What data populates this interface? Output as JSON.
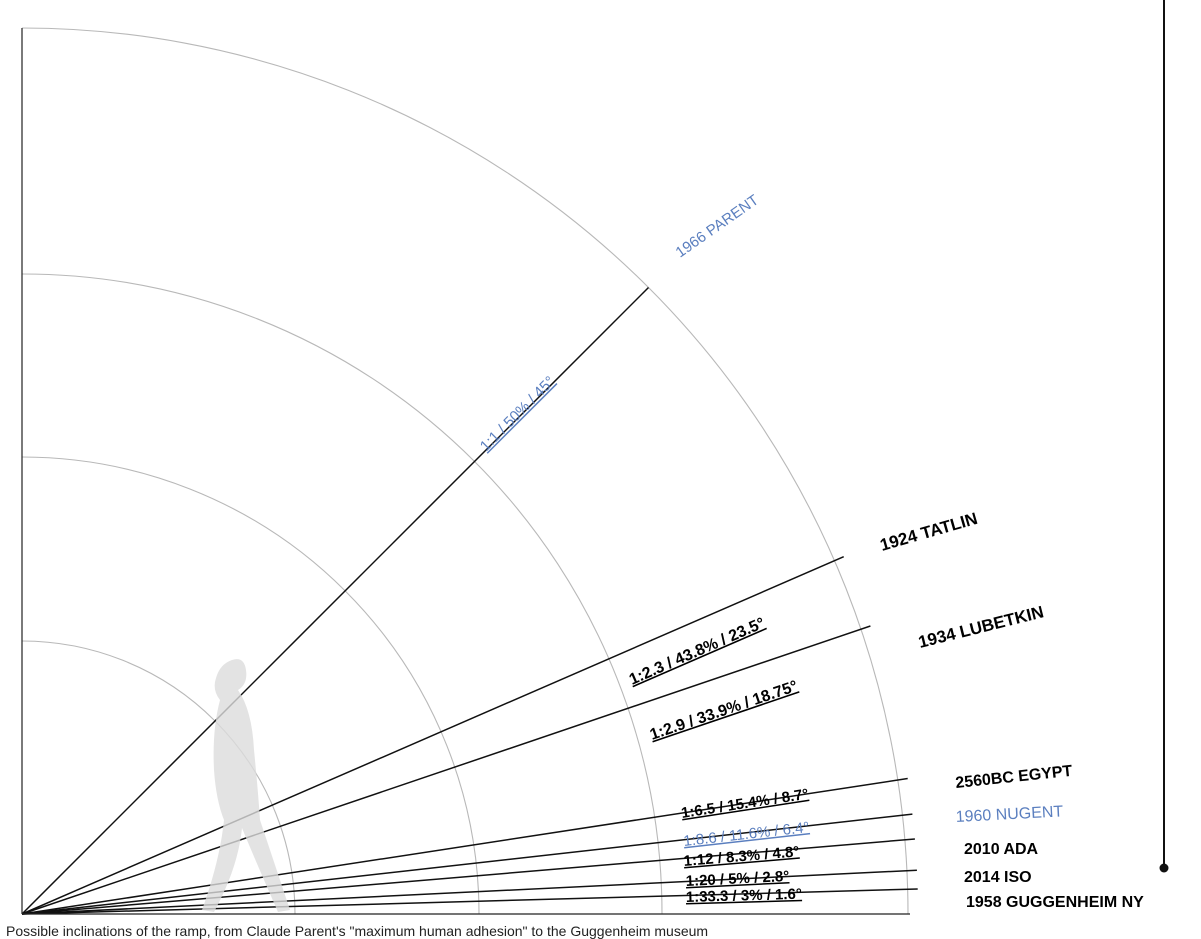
{
  "diagram": {
    "title": "",
    "ramps": [
      {
        "id": "parent",
        "year_label": "1966 PARENT",
        "ratio_label": "1:1 / 50% / 45°",
        "angle_deg": 45,
        "color": "#5b7fbf",
        "bold": false
      },
      {
        "id": "tatlin",
        "year_label": "1924 TATLIN",
        "ratio_label": "1:2.3 / 43.8% / 23.5°",
        "angle_deg": 23.5,
        "color": "#000000",
        "bold": true
      },
      {
        "id": "lubetkin",
        "year_label": "1934 LUBETKIN",
        "ratio_label": "1:2.9 / 33.9% / 18.75°",
        "angle_deg": 18.75,
        "color": "#000000",
        "bold": true
      },
      {
        "id": "egypt",
        "year_label": "2560BC EGYPT",
        "ratio_label": "1:6.5 / 15.4% / 8.7°",
        "angle_deg": 8.7,
        "color": "#000000",
        "bold": true
      },
      {
        "id": "nugent",
        "year_label": "1960 NUGENT",
        "ratio_label": "1:8.6 / 11.6% / 6.4°",
        "angle_deg": 6.4,
        "color": "#5b7fbf",
        "bold": false
      },
      {
        "id": "ada",
        "year_label": "2010 ADA",
        "ratio_label": "1:12 / 8.3% / 4.8°",
        "angle_deg": 4.8,
        "color": "#000000",
        "bold": true
      },
      {
        "id": "iso",
        "year_label": "2014 ISO",
        "ratio_label": "1:20 / 5% / 2.8°",
        "angle_deg": 2.8,
        "color": "#000000",
        "bold": true
      },
      {
        "id": "guggenheim",
        "year_label": "1958 GUGGENHEIM NY",
        "ratio_label": "1:33.3 / 3% / 1.6°",
        "angle_deg": 1.6,
        "color": "#000000",
        "bold": true
      }
    ],
    "caption": "Possible inclinations of the ramp, from Claude Parent's \"maximum human adhesion\" to the Guggenheim museum"
  }
}
